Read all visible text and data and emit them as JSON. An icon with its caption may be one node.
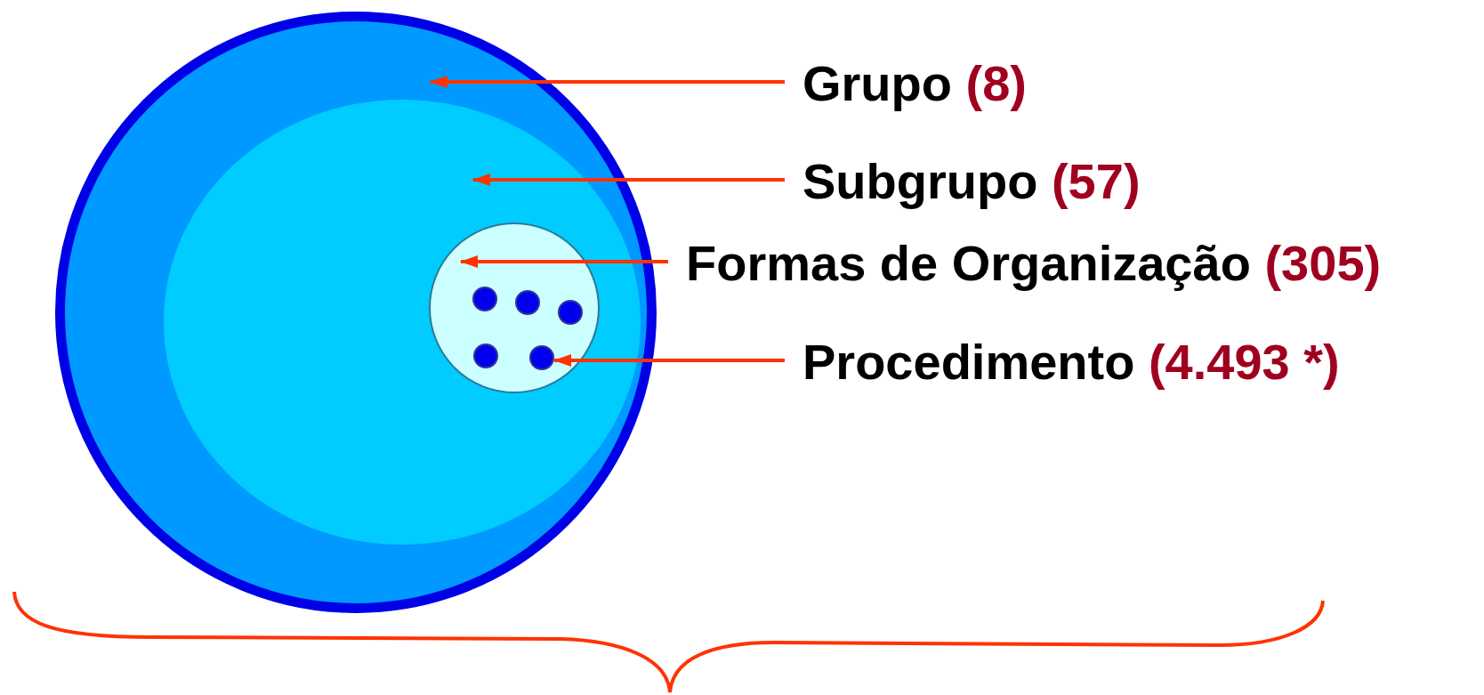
{
  "diagram": {
    "nodes": [
      {
        "text": [
          "Grupo",
          "(8)"
        ]
      },
      {
        "text": [
          "Subgrupo",
          "(57)"
        ]
      },
      {
        "text": [
          "Formas de Organização",
          "(305)"
        ]
      },
      {
        "text": [
          "Procedimento",
          "(4.493 *)"
        ]
      },
      {
        "text": [],
        "shape": "circle"
      },
      {
        "text": [],
        "shape": "ellipse",
        "in": 4
      },
      {
        "text": [],
        "shape": "circle",
        "in": 5
      },
      {
        "text": [],
        "shape": "circle",
        "in": 6
      },
      {
        "text": [],
        "shape": "circle",
        "in": 6
      },
      {
        "text": [],
        "shape": "circle",
        "in": 6
      },
      {
        "text": [],
        "shape": "circle",
        "in": 6
      },
      {
        "text": [],
        "shape": "circle",
        "in": 6
      }
    ],
    "edges": [
      {
        "from": 0,
        "to": 4,
        "arrow": "to"
      },
      {
        "from": 1,
        "to": 5,
        "arrow": "to"
      },
      {
        "from": 2,
        "to": 6,
        "arrow": "to"
      },
      {
        "from": 3,
        "to": 11,
        "arrow": "to"
      }
    ]
  }
}
